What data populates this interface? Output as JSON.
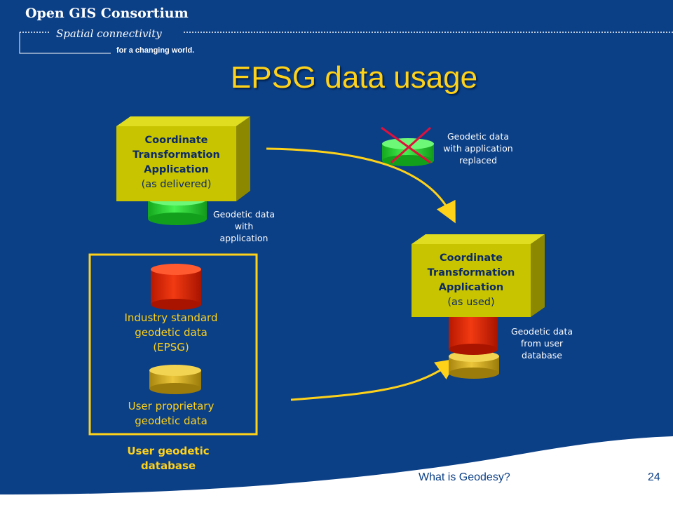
{
  "header": {
    "org": "Open GIS Consortium",
    "tagline": "Spatial connectivity",
    "subtagline": "for a changing world."
  },
  "title": "EPSG data usage",
  "delivered_app": {
    "line1": "Coordinate",
    "line2": "Transformation",
    "line3": "Application",
    "line4": "(as delivered)"
  },
  "used_app": {
    "line1": "Coordinate",
    "line2": "Transformation",
    "line3": "Application",
    "line4": "(as used)"
  },
  "captions": {
    "replaced": {
      "line1": "Geodetic data",
      "line2": "with application",
      "line3": "replaced"
    },
    "with_app": {
      "line1": "Geodetic data",
      "line2": "with",
      "line3": "application"
    },
    "from_user": {
      "line1": "Geodetic data",
      "line2": "from user",
      "line3": "database"
    }
  },
  "user_db": {
    "industry": {
      "line1": "Industry standard",
      "line2": "geodetic data",
      "line3": "(EPSG)"
    },
    "proprietary": {
      "line1": "User proprietary",
      "line2": "geodetic data"
    },
    "label": {
      "line1": "User geodetic",
      "line2": "database"
    }
  },
  "footer": {
    "topic": "What is Geodesy?",
    "page": "24"
  },
  "colors": {
    "background": "#0b3f86",
    "title": "#ffd21a",
    "box_face": "#c8c400",
    "green_db": "#2fd23a",
    "red_db": "#e02a0a",
    "gold_db": "#d8b21c",
    "cross": "#e0103c"
  }
}
